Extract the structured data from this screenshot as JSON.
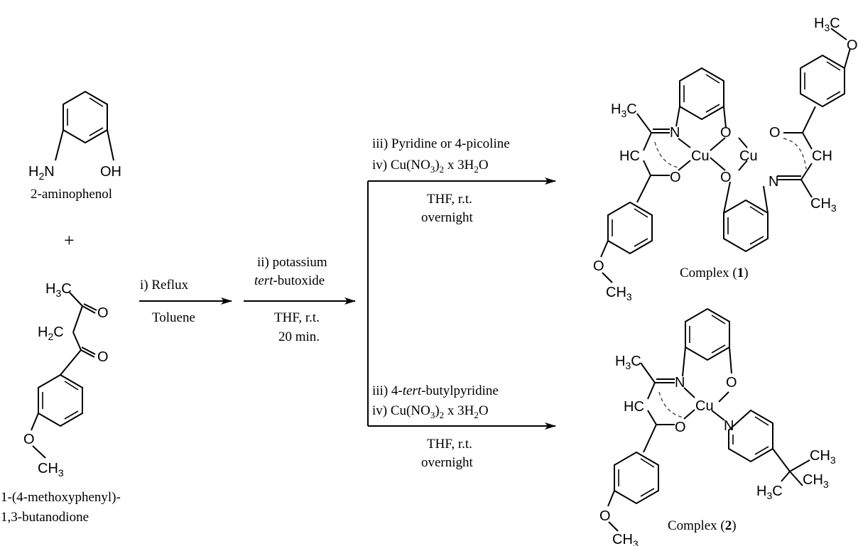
{
  "reactants": {
    "aminophenol": {
      "name": "2-aminophenol",
      "nh2": "H",
      "nh2_sub": "2",
      "nh2_N": "N",
      "oh": "OH"
    },
    "plus": "+",
    "diketone": {
      "name_line1": "1-(4-methoxyphenyl)-",
      "name_line2": "1,3-butanodione",
      "ch3_top": "H",
      "ch3_top_sub": "3",
      "ch3_top_C": "C",
      "o1": "O",
      "ch2": "H",
      "ch2_sub": "2",
      "ch2_C": "C",
      "o2": "O",
      "o_methoxy": "O",
      "ch3_bottom": "CH",
      "ch3_bottom_sub": "3"
    }
  },
  "steps": {
    "step1_above": "i) Reflux",
    "step1_below": "Toluene",
    "step2_above_line1": "ii) potassium",
    "step2_above_line2_italic": "tert",
    "step2_above_line2_rest": "-butoxide",
    "step2_below_line1": "THF, r.t.",
    "step2_below_line2": "20 min.",
    "upper_iii": "iii)  Pyridine or 4-picoline",
    "upper_iv_a": "iv) Cu(NO",
    "upper_iv_sub1": "3",
    "upper_iv_b": ")",
    "upper_iv_sub2": "2",
    "upper_iv_c": " x 3H",
    "upper_iv_sub3": "2",
    "upper_iv_d": "O",
    "upper_below_line1": "THF, r.t.",
    "upper_below_line2": "overnight",
    "lower_iii_a": "iii) 4-",
    "lower_iii_italic": "tert",
    "lower_iii_b": "-butylpyridine",
    "lower_iv_a": "iv) Cu(NO",
    "lower_iv_sub1": "3",
    "lower_iv_b": ")",
    "lower_iv_sub2": "2",
    "lower_iv_c": " x 3H",
    "lower_iv_sub3": "2",
    "lower_iv_d": "O",
    "lower_below_line1": "THF, r.t.",
    "lower_below_line2": "overnight"
  },
  "products": {
    "complex1": {
      "label_a": "Complex (",
      "label_num": "1",
      "label_b": ")",
      "h3c_left": "H",
      "h3c_left_sub": "3",
      "h3c_left_C": "C",
      "n_left": "N",
      "o_top_left": "O",
      "o_top_right": "O",
      "hc_left": "HC",
      "cu_left": "Cu",
      "cu_right": "Cu",
      "ch_right": "CH",
      "o_bottom_left": "O",
      "o_bottom_mid": "O",
      "n_right": "N",
      "ch3_right": "CH",
      "ch3_right_sub": "3",
      "o_methoxy_left": "O",
      "ch3_methoxy_left": "CH",
      "ch3_methoxy_left_sub": "3",
      "h3c_top_right": "H",
      "h3c_top_right_sub": "3",
      "h3c_top_right_C": "C",
      "o_methoxy_right": "O"
    },
    "complex2": {
      "label_a": "Complex (",
      "label_num": "2",
      "label_b": ")",
      "h3c": "H",
      "h3c_sub": "3",
      "h3c_C": "C",
      "n": "N",
      "o_top": "O",
      "hc": "HC",
      "cu": "Cu",
      "o_bottom": "O",
      "n_py": "N",
      "tbu_ch3_a": "CH",
      "tbu_ch3_a_sub": "3",
      "tbu_ch3_b": "CH",
      "tbu_ch3_b_sub": "3",
      "tbu_h3c": "H",
      "tbu_h3c_sub": "3",
      "tbu_h3c_C": "C",
      "o_methoxy": "O",
      "ch3_methoxy": "CH",
      "ch3_methoxy_sub": "3"
    }
  }
}
